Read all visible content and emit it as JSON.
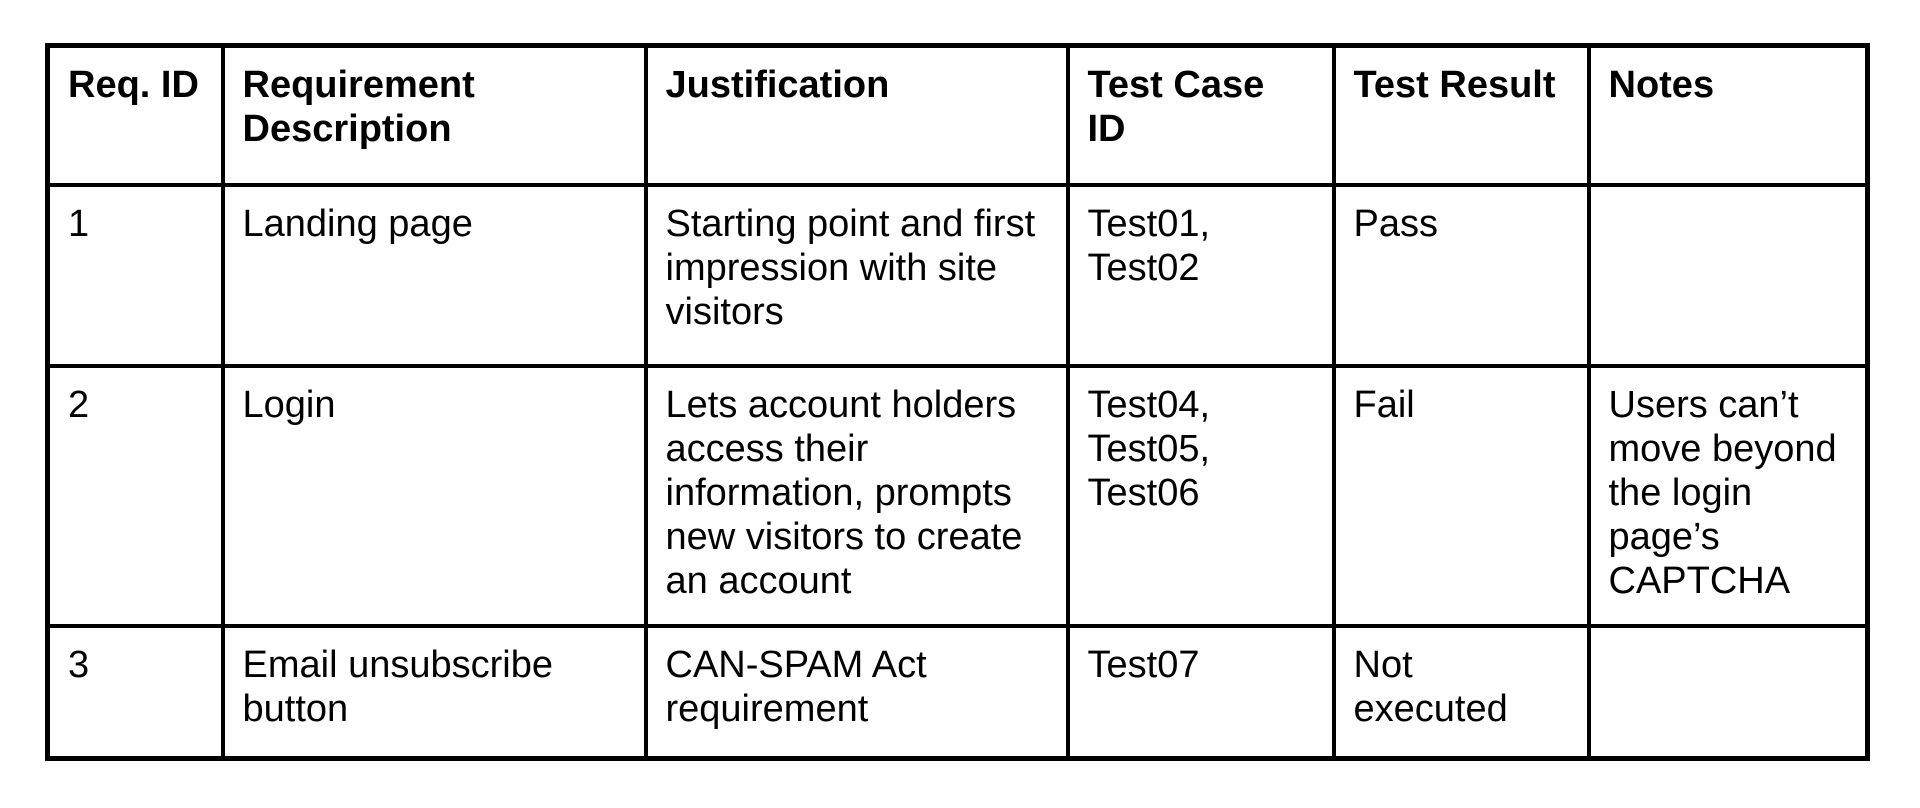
{
  "table": {
    "headers": [
      "Req. ID",
      "Requirement\nDescription",
      "Justification",
      "Test Case\nID",
      "Test Result",
      "Notes"
    ],
    "rows": [
      {
        "cells": [
          "1",
          "Landing page",
          "Starting point and first\nimpression with site\nvisitors",
          "Test01,\nTest02",
          "Pass",
          ""
        ]
      },
      {
        "cells": [
          "2",
          "Login",
          "Lets account holders\naccess their\ninformation, prompts\nnew visitors to create\nan account",
          "Test04,\nTest05,\nTest06",
          "Fail",
          "Users can’t\nmove beyond\nthe login\npage’s\nCAPTCHA"
        ]
      },
      {
        "cells": [
          "3",
          "Email unsubscribe\nbutton",
          "CAN-SPAM Act\nrequirement",
          "Test07",
          "Not\nexecuted",
          ""
        ]
      }
    ]
  },
  "colors": {
    "border": "#000000",
    "text": "#000000",
    "background": "#ffffff"
  }
}
